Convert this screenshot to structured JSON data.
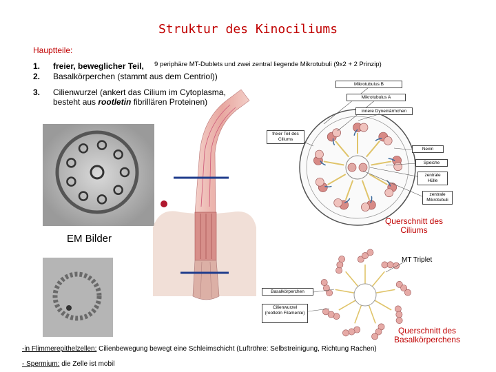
{
  "title": "Struktur des Kinociliums",
  "hauptteile": "Hauptteile:",
  "items": [
    {
      "num": "1.",
      "text": "freier, beweglicher Teil,",
      "note": "9 periphäre MT-Dublets und zwei zentral liegende Mikrotubuli (9x2 + 2 Prinzip)"
    },
    {
      "num": "2.",
      "text": "Basalkörperchen (stammt aus dem Centriol))"
    },
    {
      "num": "3.",
      "text": "Cilienwurzel (ankert das Cilium im Cytoplasma, besteht aus rootletin fibrillären Proteinen)",
      "line1": "Cilienwurzel (ankert das Cilium im Cytoplasma,",
      "line2_pre": "besteht aus ",
      "line2_em": "rootletin",
      "line2_post": " fibrillären Proteinen)"
    }
  ],
  "labels": {
    "mikro_b": "Mikrotubulus B",
    "mikro_a": "Mikrotubulus A",
    "dynein": "innere Dyneinärmchen",
    "freier_teil": "freier Teil des Ciliums",
    "nexin": "Nexin",
    "speiche": "Speiche",
    "zentrale_huelle": "zentrale Hülle",
    "zentrale_mikro": "zentrale Mikrotubuli",
    "querschnitt_cilium": "Querschnitt des Ciliums",
    "mt_triplet": "MT Triplet",
    "basalkoerperchen": "Basalkörperchen",
    "cilienwurzel": "Cilienwurzel (rootletin Filamente)",
    "querschnitt_basal": "Querschnitt des Basalkörperchens"
  },
  "em_bilder": "EM Bilder",
  "footer": {
    "line1_link": "-in Flimmerepithelzellen:",
    "line1_rest": " Cilienbewegung bewegt eine Schleimschicht (Luftröhre: Selbstreinigung, Richtung Rachen)",
    "line2_link": "- Spermium:",
    "line2_rest": " die Zelle ist mobil"
  },
  "colors": {
    "title_red": "#c00000",
    "cilium_pink": "#e8a7a0",
    "doublet_pink": "#d88a86",
    "blue_marker": "#1f3c8c",
    "spoke_yellow": "#e0c46a",
    "red_dot": "#b0182e"
  }
}
